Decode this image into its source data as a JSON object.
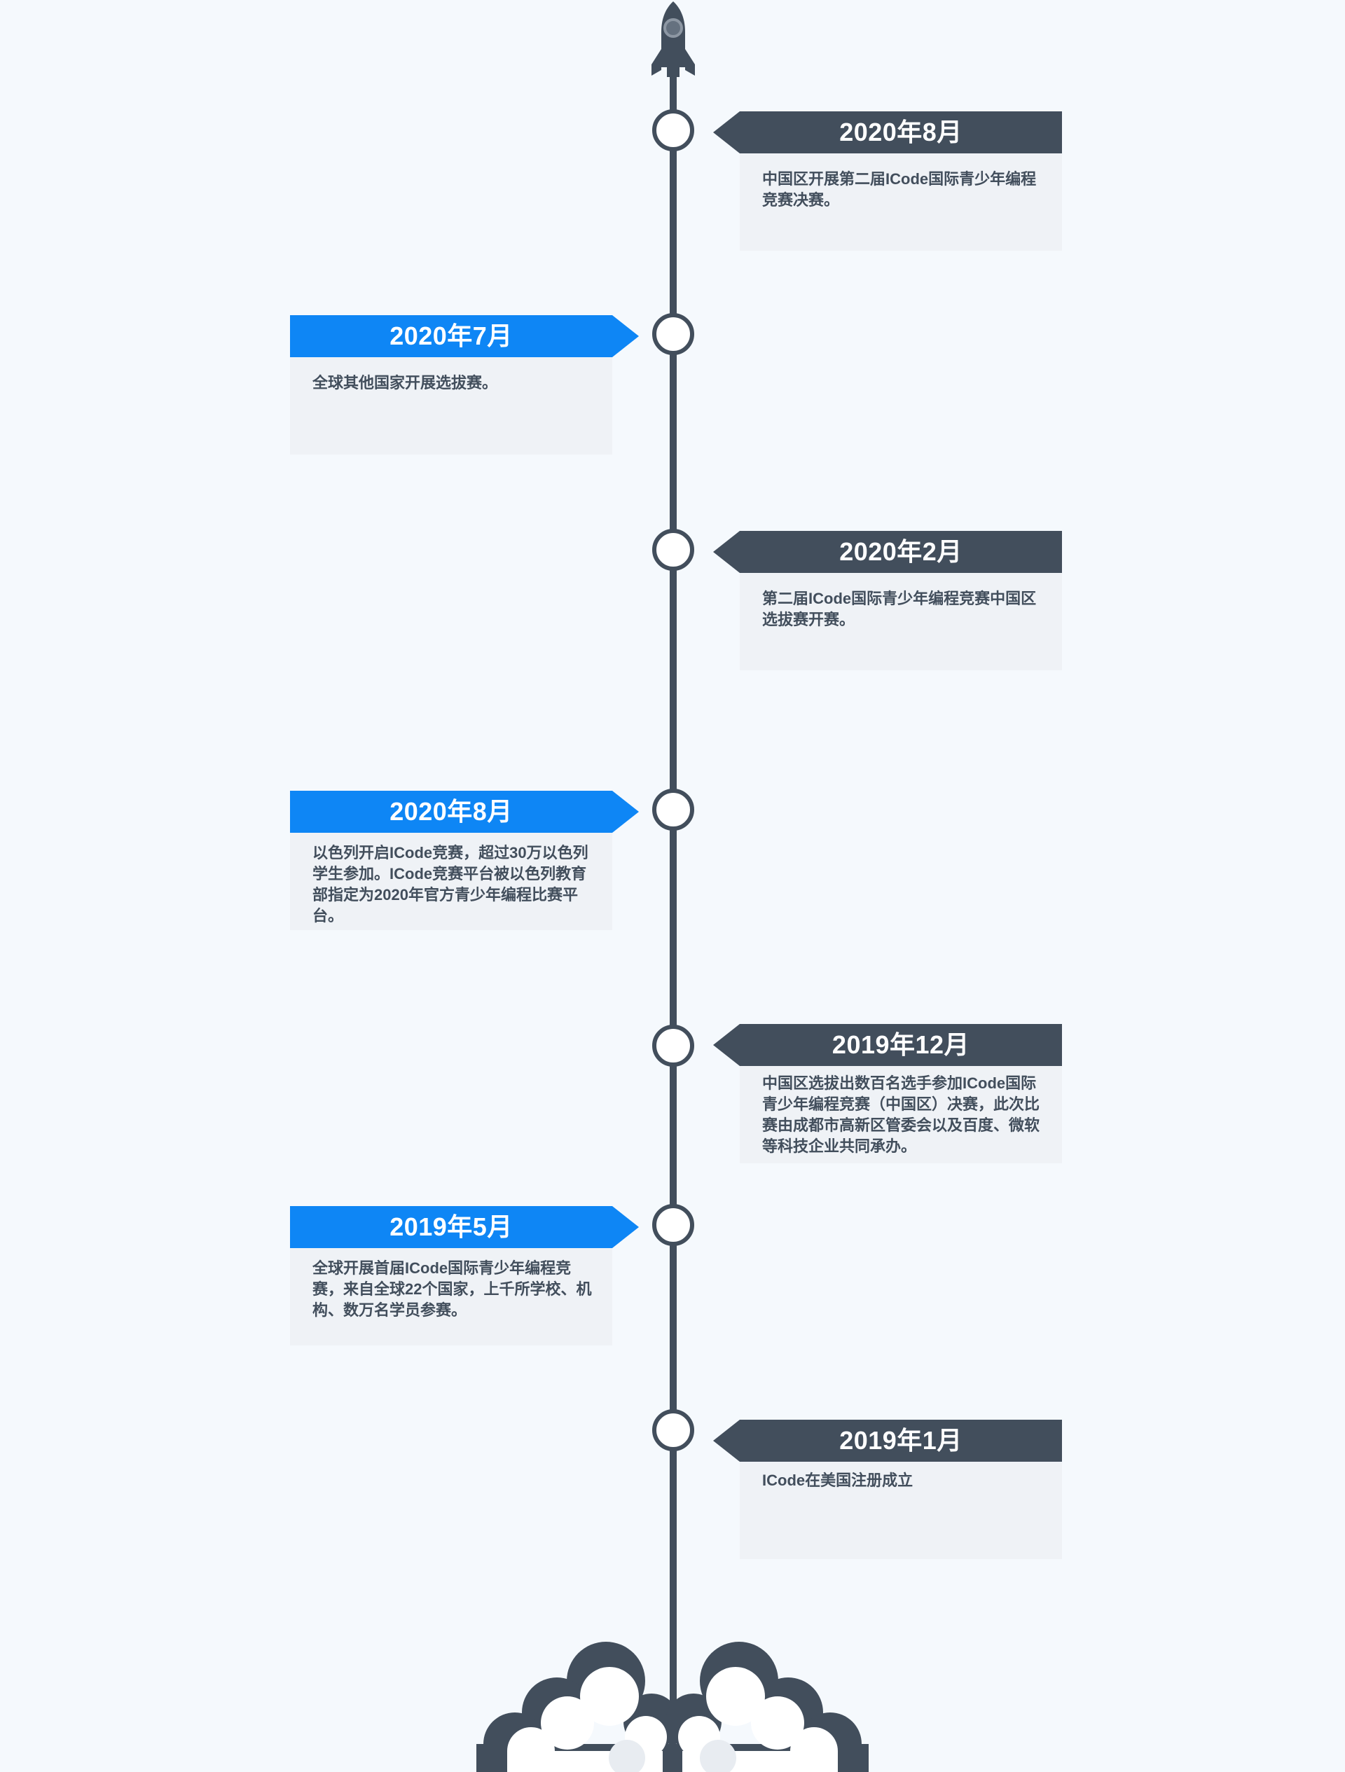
{
  "timeline": {
    "events": [
      {
        "date": "2020年8月",
        "text": "中国区开展第二届ICode国际青少年编程竞赛决赛。"
      },
      {
        "date": "2020年7月",
        "text": "全球其他国家开展选拔赛。"
      },
      {
        "date": "2020年2月",
        "text": "第二届ICode国际青少年编程竞赛中国区选拔赛开赛。"
      },
      {
        "date": "2020年8月",
        "text": "以色列开启ICode竞赛，超过30万以色列学生参加。ICode竞赛平台被以色列教育部指定为2020年官方青少年编程比赛平台。"
      },
      {
        "date": "2019年12月",
        "text": "中国区选拔出数百名选手参加ICode国际青少年编程竞赛（中国区）决赛，此次比赛由成都市高新区管委会以及百度、微软等科技企业共同承办。"
      },
      {
        "date": "2019年5月",
        "text": "全球开展首届ICode国际青少年编程竞赛，来自全球22个国家，上千所学校、机构、数万名学员参赛。"
      },
      {
        "date": "2019年1月",
        "text": "ICode在美国注册成立"
      }
    ]
  },
  "colors": {
    "axis": "#424e5c",
    "dark_header": "#424e5c",
    "blue_header": "#0e86f5",
    "card_body": "#eff2f6",
    "background": "#f5f9fd"
  },
  "icons": [
    "rocket-icon",
    "cloud-icon"
  ]
}
